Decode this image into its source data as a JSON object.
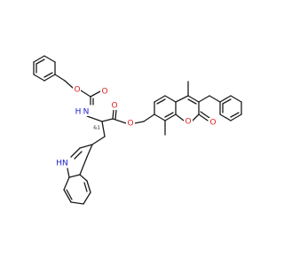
{
  "molecule": {
    "atom_labels": [
      {
        "id": "o-carbamate-ether",
        "text": "O",
        "color": "#e02020"
      },
      {
        "id": "o-carbamate-carbonyl",
        "text": "O",
        "color": "#e02020"
      },
      {
        "id": "n-amide",
        "text": "N",
        "color": "#2020d0"
      },
      {
        "id": "h-amide",
        "text": "H",
        "color": "#2020d0"
      },
      {
        "id": "o-ester-carbonyl",
        "text": "O",
        "color": "#e02020"
      },
      {
        "id": "o-ester-link",
        "text": "O",
        "color": "#e02020"
      },
      {
        "id": "o-coumarin-ring",
        "text": "O",
        "color": "#e02020"
      },
      {
        "id": "o-coumarin-carbonyl",
        "text": "O",
        "color": "#e02020"
      },
      {
        "id": "nh-indole",
        "text": "HN",
        "color": "#2020d0"
      }
    ],
    "stereo_label": "&1",
    "colors": {
      "bond": "#1a1a1a",
      "oxygen": "#e02020",
      "nitrogen": "#2020d0",
      "background": "#ffffff"
    }
  }
}
